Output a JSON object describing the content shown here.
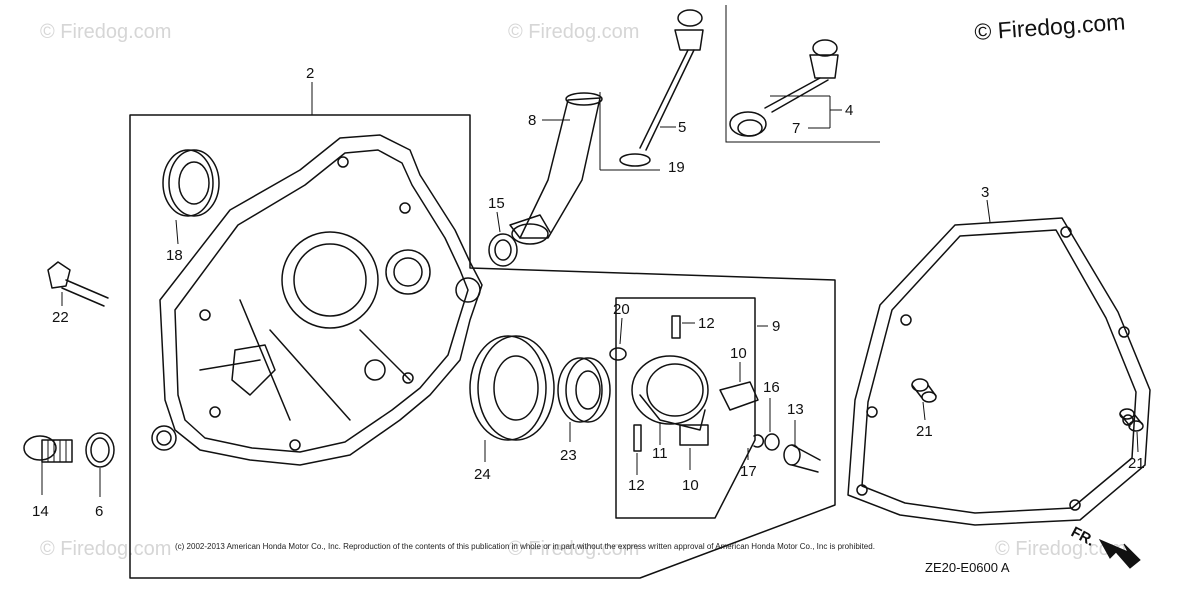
{
  "watermarks": {
    "top_left": "© Firedog.com",
    "top_center": "© Firedog.com",
    "bottom_left": "© Firedog.com",
    "bottom_center": "© Firedog.com",
    "bottom_right": "© Firedog.com"
  },
  "brand_watermark": "© Firedog.com",
  "copyright": "(c) 2002-2013 American Honda Motor Co., Inc. Reproduction of the contents of this publication in whole or in part without the express written approval of American Honda Motor Co., Inc is prohibited.",
  "diagram_code": "ZE20-E0600 A",
  "direction_label": "FR.",
  "callouts": {
    "c2": "2",
    "c3": "3",
    "c4": "4",
    "c5": "5",
    "c6": "6",
    "c7": "7",
    "c8": "8",
    "c9": "9",
    "c10a": "10",
    "c10b": "10",
    "c11": "11",
    "c12a": "12",
    "c12b": "12",
    "c13": "13",
    "c14": "14",
    "c15": "15",
    "c16": "16",
    "c17": "17",
    "c18": "18",
    "c19": "19",
    "c20": "20",
    "c21a": "21",
    "c21b": "21",
    "c22": "22",
    "c23": "23",
    "c24": "24"
  }
}
